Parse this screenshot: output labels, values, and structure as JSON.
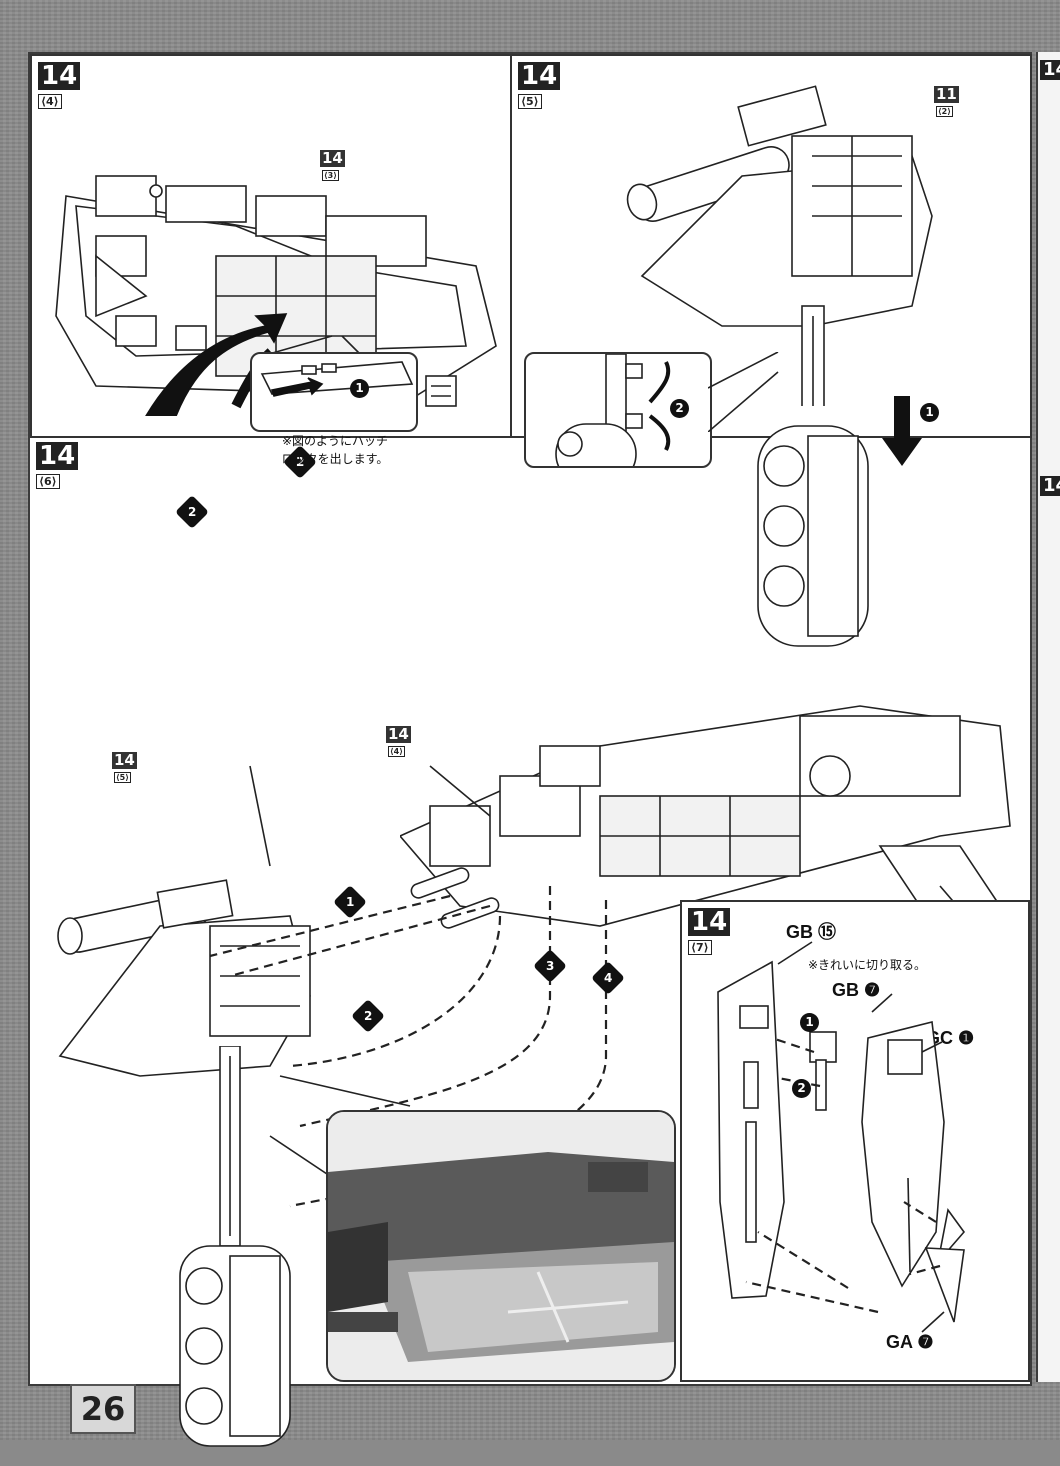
{
  "page": {
    "number": "26"
  },
  "steps": {
    "s4": {
      "num": "14",
      "sub": "⟨4⟩",
      "ref_num": "14",
      "ref_sub": "⟨3⟩",
      "callout_note": "※図のようにハッチ\nロックを出します。"
    },
    "s5": {
      "num": "14",
      "sub": "⟨5⟩",
      "ref_num": "11",
      "ref_sub": "⟨2⟩"
    },
    "s6": {
      "num": "14",
      "sub": "⟨6⟩",
      "ref_a_num": "14",
      "ref_a_sub": "⟨5⟩",
      "ref_b_num": "14",
      "ref_b_sub": "⟨4⟩"
    },
    "s7": {
      "num": "14",
      "sub": "⟨7⟩",
      "note": "※きれいに切り取る。",
      "parts": [
        {
          "code": "GB",
          "num": "⑮"
        },
        {
          "code": "GB",
          "num": "❼"
        },
        {
          "code": "GC",
          "num": "❶"
        },
        {
          "code": "GA",
          "num": "❼"
        }
      ]
    }
  },
  "badges": [
    "1",
    "2",
    "3",
    "4"
  ],
  "edge": {
    "strip_a": "14",
    "strip_b": "14"
  }
}
